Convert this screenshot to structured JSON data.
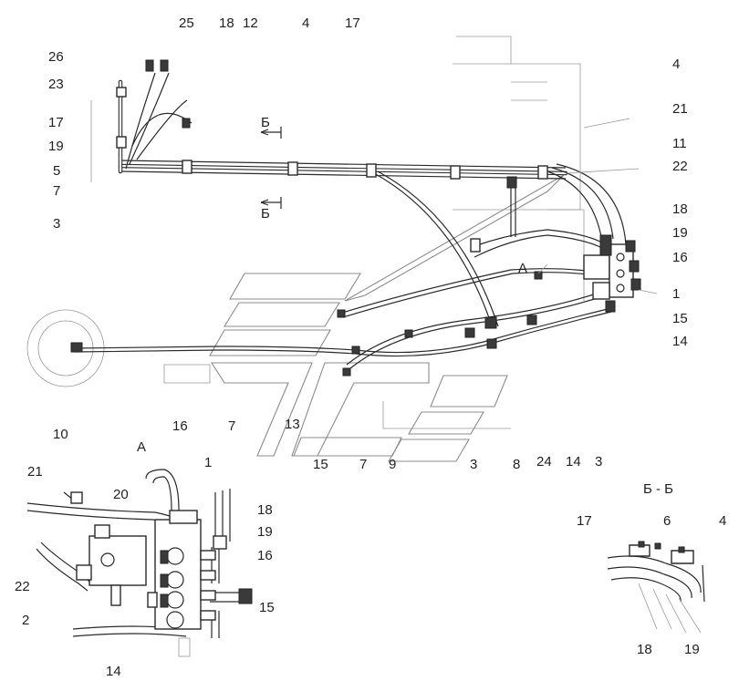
{
  "labels": {
    "main": [
      {
        "id": "l25",
        "text": "25"
      },
      {
        "id": "l18a",
        "text": "18"
      },
      {
        "id": "l12",
        "text": "12"
      },
      {
        "id": "l4a",
        "text": "4"
      },
      {
        "id": "l17a",
        "text": "17"
      },
      {
        "id": "l26",
        "text": "26"
      },
      {
        "id": "l23",
        "text": "23"
      },
      {
        "id": "l17b",
        "text": "17"
      },
      {
        "id": "l19a",
        "text": "19"
      },
      {
        "id": "l5",
        "text": "5"
      },
      {
        "id": "l7a",
        "text": "7"
      },
      {
        "id": "l3a",
        "text": "3"
      },
      {
        "id": "l4b",
        "text": "4"
      },
      {
        "id": "l21a",
        "text": "21"
      },
      {
        "id": "l11",
        "text": "11"
      },
      {
        "id": "l22a",
        "text": "22"
      },
      {
        "id": "l18b",
        "text": "18"
      },
      {
        "id": "l19b",
        "text": "19"
      },
      {
        "id": "l16a",
        "text": "16"
      },
      {
        "id": "l1a",
        "text": "1"
      },
      {
        "id": "l15a",
        "text": "15"
      },
      {
        "id": "l14a",
        "text": "14"
      },
      {
        "id": "lA",
        "text": "А"
      },
      {
        "id": "l10",
        "text": "10"
      },
      {
        "id": "l16b",
        "text": "16"
      },
      {
        "id": "l7b",
        "text": "7"
      },
      {
        "id": "l13",
        "text": "13"
      },
      {
        "id": "l15b",
        "text": "15"
      },
      {
        "id": "l7c",
        "text": "7"
      },
      {
        "id": "l9",
        "text": "9"
      },
      {
        "id": "l3b",
        "text": "3"
      },
      {
        "id": "l8",
        "text": "8"
      },
      {
        "id": "l24",
        "text": "24"
      },
      {
        "id": "l14b",
        "text": "14"
      },
      {
        "id": "l3c",
        "text": "3"
      }
    ],
    "section_marks": [
      {
        "id": "b1",
        "text": "Б"
      },
      {
        "id": "b2",
        "text": "Б"
      }
    ],
    "view_a": {
      "title": "А",
      "items": [
        {
          "id": "va21",
          "text": "21"
        },
        {
          "id": "va20",
          "text": "20"
        },
        {
          "id": "va1",
          "text": "1"
        },
        {
          "id": "va18",
          "text": "18"
        },
        {
          "id": "va19",
          "text": "19"
        },
        {
          "id": "va16",
          "text": "16"
        },
        {
          "id": "va15",
          "text": "15"
        },
        {
          "id": "va22",
          "text": "22"
        },
        {
          "id": "va2",
          "text": "2"
        },
        {
          "id": "va14",
          "text": "14"
        }
      ]
    },
    "view_bb": {
      "title": "Б - Б",
      "items": [
        {
          "id": "vb17",
          "text": "17"
        },
        {
          "id": "vb6",
          "text": "6"
        },
        {
          "id": "vb4",
          "text": "4"
        },
        {
          "id": "vb18",
          "text": "18"
        },
        {
          "id": "vb19",
          "text": "19"
        }
      ]
    }
  },
  "colors": {
    "ink": "#2a2a2a",
    "ghost": "#8c8c8c",
    "paper": "#ffffff"
  }
}
